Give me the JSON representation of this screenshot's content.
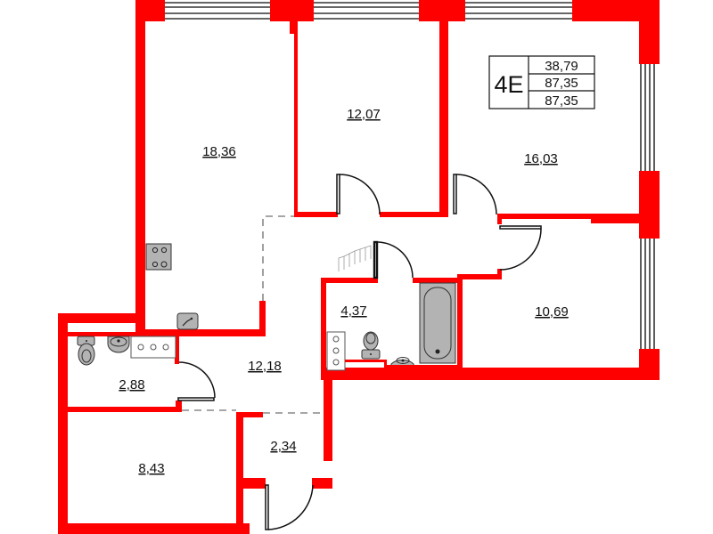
{
  "plan": {
    "apartment_code": "4E",
    "areas": {
      "living": "38,79",
      "total": "87,35",
      "total_with_balcony": "87,35"
    },
    "colors": {
      "wall": "#ff0000",
      "fixture_fill": "#b3b3b3",
      "fixture_stroke": "#333333",
      "window_line": "#333333",
      "door_line": "#111111",
      "dashed_line": "#888888"
    },
    "rooms": [
      {
        "id": "room-bedroom-left",
        "area": "18,36"
      },
      {
        "id": "room-bedroom-middle",
        "area": "12,07"
      },
      {
        "id": "room-bedroom-right",
        "area": "16,03"
      },
      {
        "id": "room-bedroom-small",
        "area": "10,69"
      },
      {
        "id": "room-bathroom",
        "area": "4,37"
      },
      {
        "id": "room-hall",
        "area": "12,18"
      },
      {
        "id": "room-wc",
        "area": "2,88"
      },
      {
        "id": "room-storage",
        "area": "8,43"
      },
      {
        "id": "room-entrance",
        "area": "2,34"
      }
    ],
    "fixtures": [
      "stove-icon",
      "kitchen-sink-icon",
      "toilet-icon",
      "washbasin-icon",
      "bathtub-icon",
      "shower-tray-icon",
      "washing-machine-icon",
      "radiator-icon"
    ]
  }
}
